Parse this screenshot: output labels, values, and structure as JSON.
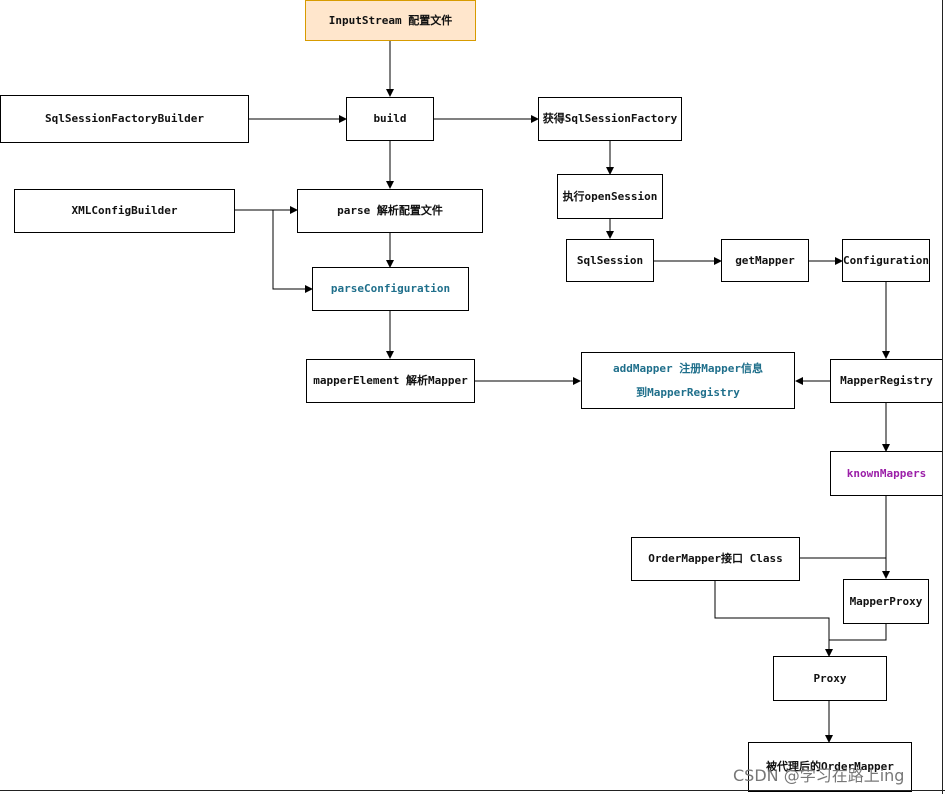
{
  "nodes": {
    "input_stream": "InputStream 配置文件",
    "sql_session_factory_builder": "SqlSessionFactoryBuilder",
    "build": "build",
    "get_factory": "获得SqlSessionFactory",
    "xml_config_builder": "XMLConfigBuilder",
    "parse": "parse 解析配置文件",
    "open_session": "执行openSession",
    "sql_session": "SqlSession",
    "get_mapper": "getMapper",
    "configuration": "Configuration",
    "parse_configuration": "parseConfiguration",
    "mapper_element": "mapperElement 解析Mapper",
    "add_mapper_line1": "addMapper 注册Mapper信息",
    "add_mapper_line2": "到MapperRegistry",
    "mapper_registry": "MapperRegistry",
    "known_mappers": "knownMappers",
    "order_mapper_class": "OrderMapper接口 Class",
    "mapper_proxy": "MapperProxy",
    "proxy": "Proxy",
    "proxied_order_mapper": "被代理后的OrderMapper"
  },
  "watermark": "CSDN @学习在路上ing",
  "colors": {
    "start_fill": "#ffe6cc",
    "start_border": "#d79b00",
    "blue_text": "#1f6f8b",
    "purple_text": "#9b1fa8",
    "line": "#000000"
  }
}
